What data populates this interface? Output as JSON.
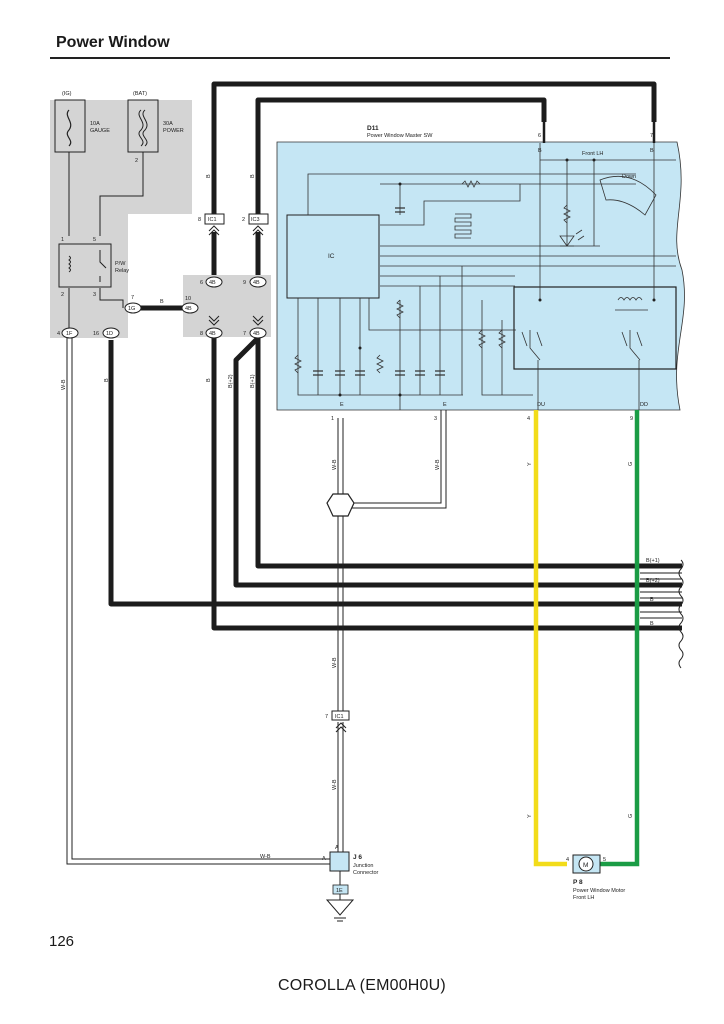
{
  "header": {
    "title": "Power Window"
  },
  "footer": {
    "page_number": "126",
    "model": "COROLLA (EM00H0U)"
  },
  "fuses": {
    "ig": {
      "source": "(IG)",
      "amp": "10A",
      "name": "GAUGE"
    },
    "bat": {
      "source": "(BAT)",
      "amp": "30A",
      "name": "POWER"
    }
  },
  "relay": {
    "name": "P/W",
    "name2": "Relay",
    "pins": [
      "1",
      "5",
      "2",
      "3"
    ]
  },
  "master_switch": {
    "code": "D11",
    "name": "Power Window Master SW",
    "section": "Front LH",
    "down_label": "Down",
    "ic_label": "IC",
    "bottom_terminals": [
      "E",
      "E",
      "DU",
      "DD"
    ],
    "bottom_pins": [
      "1",
      "3",
      "4",
      "9"
    ],
    "top_terminals": [
      "B",
      "B"
    ],
    "top_pins": [
      "6",
      "7"
    ]
  },
  "connectors": {
    "ic1": "IC1",
    "ic3": "IC3",
    "jb_4b": "4B",
    "jb_1g": "1G",
    "jb_1f": "1F",
    "jb_1d": "1D",
    "jb_1e": "1E",
    "pins": {
      "ic1_top": "8",
      "ic3_top": "2",
      "p6": "6",
      "p9": "9",
      "p10": "10",
      "p8": "8",
      "p7": "7",
      "p4": "4",
      "p16": "16",
      "ic1_j": "7"
    }
  },
  "wires": {
    "wb": "W-B",
    "b": "B",
    "b1": "B(+1)",
    "b2": "B(+2)",
    "y": "Y",
    "g": "G",
    "right_labels": [
      "B(+1)",
      "B(+2)",
      "B",
      "B"
    ]
  },
  "junction": {
    "code": "J 6",
    "name": "Junction",
    "name2": "Connector",
    "pin_a": "A",
    "pin_a2": "A"
  },
  "motor": {
    "code": "P 8",
    "name": "Power Window Motor",
    "name2": "Front LH",
    "symbol": "M",
    "pin4": "4",
    "pin5": "5"
  },
  "colors": {
    "switch_fill": "#c5e6f4",
    "jb_gray": "#d4d4d4",
    "yellow": "#f2dc1a",
    "green": "#1a9c45"
  }
}
